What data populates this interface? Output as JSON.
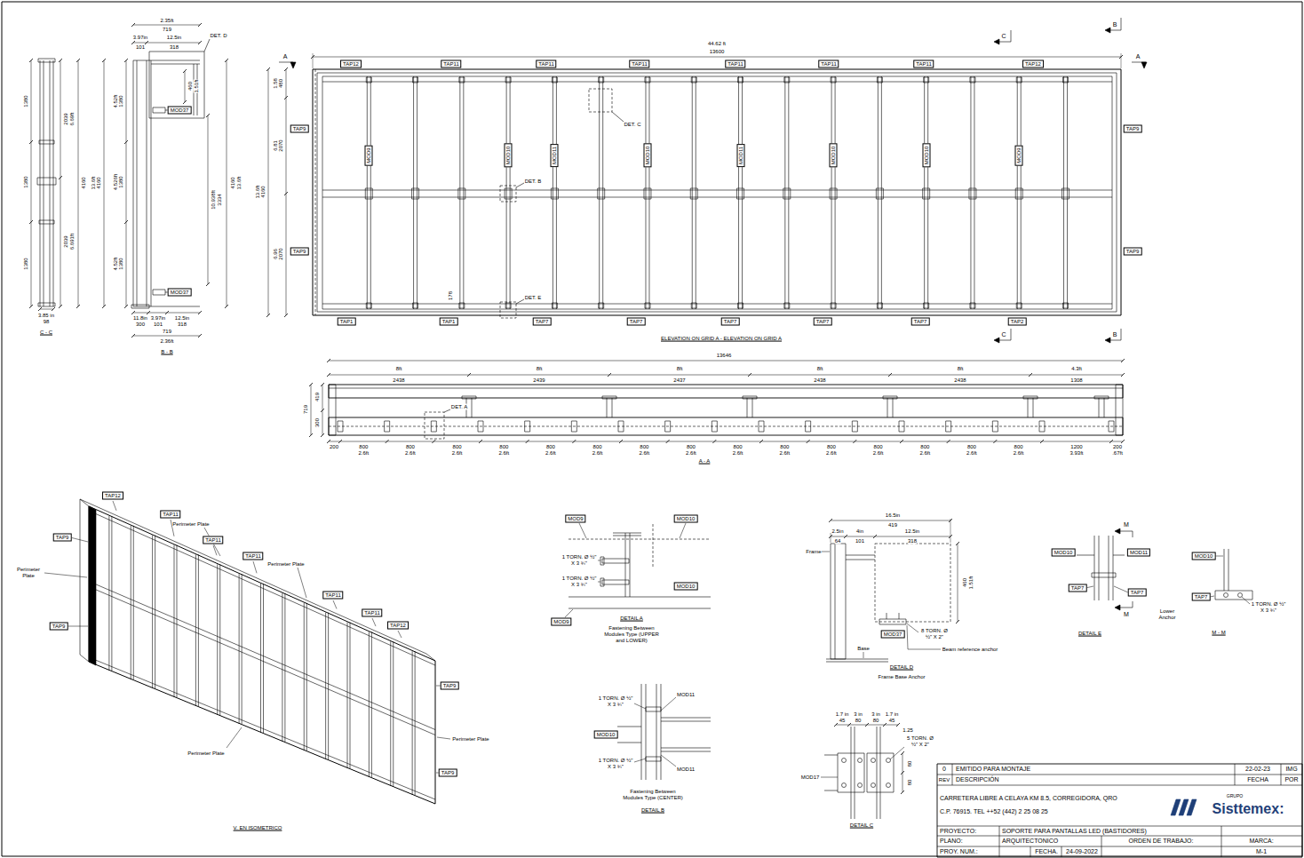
{
  "diagram": {
    "nodes": [
      {
        "text": [
          "TAP12"
        ]
      },
      {
        "text": [
          "TAP11"
        ]
      },
      {
        "text": [
          "TAP11"
        ]
      },
      {
        "text": [
          "TAP11"
        ]
      },
      {
        "text": [
          "TAP11"
        ]
      },
      {
        "text": [
          "TAP11"
        ]
      },
      {
        "text": [
          "TAP11"
        ]
      },
      {
        "text": [
          "TAP12"
        ]
      },
      {
        "text": [
          "TAP9"
        ]
      },
      {
        "text": [
          "TAP9"
        ]
      },
      {
        "text": [
          "TAP9"
        ]
      },
      {
        "text": [
          "TAP9"
        ]
      },
      {
        "text": [
          "TAP1"
        ]
      },
      {
        "text": [
          "TAP1"
        ]
      },
      {
        "text": [
          "TAP7"
        ]
      },
      {
        "text": [
          "TAP7"
        ]
      },
      {
        "text": [
          "TAP7"
        ]
      },
      {
        "text": [
          "TAP7"
        ]
      },
      {
        "text": [
          "TAP7"
        ]
      },
      {
        "text": [
          "TAP2"
        ]
      },
      {
        "text": [
          "MOD9"
        ]
      },
      {
        "text": [
          "MOD10"
        ]
      },
      {
        "text": [
          "MOD11"
        ]
      },
      {
        "text": [
          "MOD10"
        ]
      },
      {
        "text": [
          "MOD11"
        ]
      },
      {
        "text": [
          "MOD10"
        ]
      },
      {
        "text": [
          "MOD10"
        ]
      },
      {
        "text": [
          "MOD9"
        ]
      },
      {
        "text": [
          "MOD37"
        ]
      },
      {
        "text": [
          "MOD37"
        ]
      },
      {
        "text": [
          "TAP12"
        ]
      },
      {
        "text": [
          "TAP11"
        ]
      },
      {
        "text": [
          "TAP11"
        ]
      },
      {
        "text": [
          "TAP11"
        ]
      },
      {
        "text": [
          "TAP11"
        ]
      },
      {
        "text": [
          "TAP11"
        ]
      },
      {
        "text": [
          "TAP12"
        ]
      },
      {
        "text": [
          "TAP9"
        ]
      },
      {
        "text": [
          "TAP9"
        ]
      },
      {
        "text": [
          "TAP9"
        ]
      },
      {
        "text": [
          "TAP9"
        ]
      },
      {
        "text": [
          "MOD9"
        ]
      },
      {
        "text": [
          "MOD10"
        ]
      },
      {
        "text": [
          "MOD10"
        ]
      },
      {
        "text": [
          "MOD9"
        ]
      },
      {
        "text": [
          "MOD10"
        ]
      },
      {
        "text": [
          "MOD37"
        ]
      },
      {
        "text": [
          "MOD10"
        ]
      },
      {
        "text": [
          "MOD11"
        ]
      },
      {
        "text": [
          "TAP7"
        ]
      },
      {
        "text": [
          "TAP7"
        ]
      },
      {
        "text": [
          "MOD10"
        ]
      },
      {
        "text": [
          "TAP7"
        ]
      }
    ],
    "labels": [
      "1380",
      "1380",
      "1380",
      "2039",
      "6.69ft",
      "4160",
      "2039",
      "6.691ft",
      "3.85 in",
      "98",
      "C - C",
      "2.35ft",
      "719",
      "3.97in",
      "101",
      "12.5in",
      "318",
      "DET. D",
      "460",
      "1.51ft",
      "13.6ft",
      "4160",
      "4.52ft",
      "1380",
      "4.526ft",
      "1380",
      "4.52ft",
      "1380",
      "10.938ft",
      "3334",
      "4160",
      "13.6ft",
      "11.8in",
      "300",
      "3.97in",
      "101",
      "12.5in",
      "318",
      "719",
      "2.36ft",
      "B - B",
      "44.62 ft",
      "13600",
      "1.58",
      "480",
      "6.81",
      "2070",
      "13.6ft",
      "4160",
      "6.96",
      "2070",
      "178",
      "DET. C",
      "DET. B",
      "DET. E",
      "ELEVATION ON GRID A - ELEVATION ON GRID A",
      "A",
      "A",
      "B",
      "B",
      "C",
      "C",
      "13646",
      "8ft",
      "2438",
      "8ft",
      "2439",
      "8ft",
      "2437",
      "8ft",
      "2438",
      "8ft",
      "2438",
      "4.3ft",
      "1308",
      "719",
      "419",
      "300",
      "200",
      "800",
      "2.6ft",
      "800",
      "2.6ft",
      "800",
      "2.6ft",
      "800",
      "2.6ft",
      "800",
      "2.6ft",
      "800",
      "2.6ft",
      "800",
      "2.6ft",
      "800",
      "2.6ft",
      "800",
      "2.6ft",
      "800",
      "2.6ft",
      "800",
      "2.6ft",
      "800",
      "2.6ft",
      "800",
      "2.6ft",
      "800",
      "2.6ft",
      "800",
      "2.6ft",
      "1200",
      "3.93ft",
      "200",
      ".67ft",
      "DET. A",
      "A - A",
      "Perimeter Plate",
      "Perimeter Plate",
      "Perimeter Plate",
      "Perimeter Plate",
      "Perimeter Plate",
      "V. EN ISOMETRICO",
      "1 TORN. Ø ½\" X 3 ¾\"",
      "1 TORN. Ø ½\" X 3 ¾\"",
      "DETAIL A",
      "Fastening Between Modules Type (UPPER and LOWER)",
      "1 TORN. Ø ½\" X 3 ¾\"",
      "MOD11",
      "1 TORN. Ø ½\" X 3 ¾\"",
      "MOD11",
      "Fastening Between Modules Type (CENTER)",
      "DETAIL B",
      "16.5in",
      "419",
      "2.5in",
      "64",
      "4in",
      "101",
      "12.5in",
      "318",
      "460",
      "1.51ft",
      "Frame",
      "8 TORN. Ø ½\" X 2\"",
      "Base",
      "Beam reference anchor",
      "DETAIL D",
      "Frame Base Anchor",
      "1.7 in",
      "45",
      "3 in",
      "80",
      "3 in",
      "80",
      "1.7 in",
      "45",
      "1.25",
      "5 TORN. Ø ½\" X 2\"",
      "80",
      "80",
      "MOD17",
      "DETAIL C",
      "M",
      "M",
      "DETAIL E",
      "Lower Anchor",
      "1 TORN. Ø ½\" X 3 ¾\"",
      "M - M",
      "0",
      "EMITIDO PARA MONTAJE",
      "22-02-23",
      "IMG",
      "REV",
      "DESCRIPCIÓN",
      "FECHA",
      "POR",
      "CARRETERA LIBRE A CELAYA KM 8.5, CORREGIDORA, QRO",
      "C.P. 76915. TEL ++52 (442) 2 25 08 25",
      "GRUPO",
      "Sisttemex:",
      "PROYECTO:",
      "SOPORTE PARA PANTALLAS LED (BASTIDORES)",
      "PLANO:",
      "ARQUITECTONICO",
      "ORDEN DE TRABAJO:",
      "MARCA:",
      "PROY. NUM.:",
      "FECHA.",
      "24-09-2022",
      "M-1"
    ]
  }
}
